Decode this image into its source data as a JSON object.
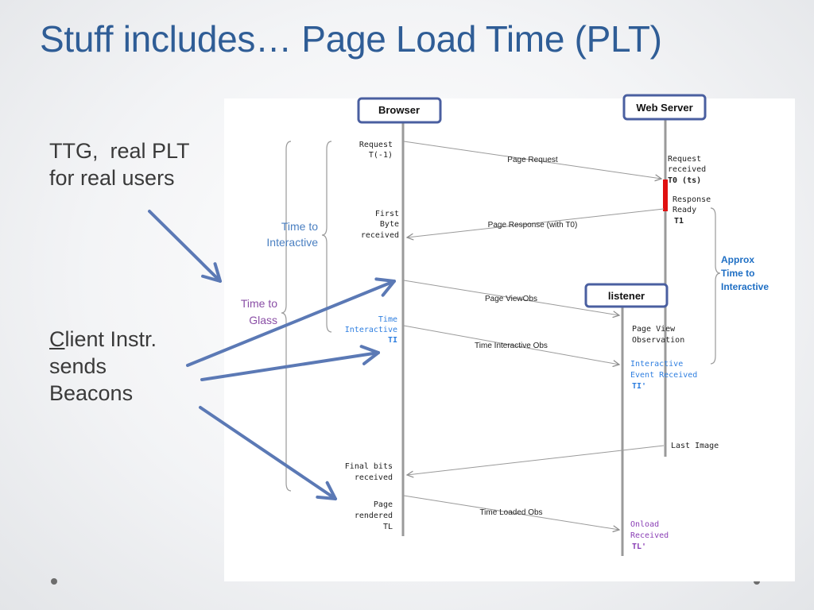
{
  "title": "Stuff includes… Page Load Time (PLT)",
  "bullets": {
    "ttg_line1": "TTG,  real PLT",
    "ttg_line2": "for real users",
    "client_first_letter": "C",
    "client_rest": "lient Instr.",
    "client_line2": "sends",
    "client_line3": "Beacons"
  },
  "diagram": {
    "actors": {
      "browser": "Browser",
      "web_server": "Web Server",
      "listener": "listener"
    },
    "browser_events": {
      "request_1": "Request",
      "request_2": "T(-1)",
      "first_1": "First",
      "first_2": "Byte",
      "first_3": "received",
      "ti_1": "Time",
      "ti_2": "Interactive",
      "ti_3": "TI",
      "final_1": "Final bits",
      "final_2": "received",
      "page_1": "Page",
      "page_2": "rendered",
      "page_3": "TL"
    },
    "server_events": {
      "req_1": "Request",
      "req_2": "received",
      "req_3": "T0 (ts)",
      "resp_1": "Response",
      "resp_2": "Ready",
      "resp_3": "T1",
      "last_image": "Last Image"
    },
    "listener_events": {
      "pv_1": "Page View",
      "pv_2": "Observation",
      "ie_1": "Interactive",
      "ie_2": "Event Received",
      "ie_3": "TI'",
      "ol_1": "Onload",
      "ol_2": "Received",
      "ol_3": "TL'"
    },
    "messages": {
      "page_request": "Page Request",
      "page_response": "Page Response (with T0)",
      "page_view_obs": "Page ViewObs",
      "time_interactive_obs": "Time Interactive Obs",
      "time_loaded_obs": "Time Loaded Obs"
    },
    "brackets": {
      "tti_1": "Time to",
      "tti_2": "Interactive",
      "ttg_1": "Time to",
      "ttg_2": "Glass",
      "approx_1": "Approx",
      "approx_2": "Time to",
      "approx_3": "Interactive"
    }
  },
  "colors": {
    "title": "#2f5d96",
    "arrow": "#5b79b5",
    "tti_label": "#4a7fc1",
    "ttg_label": "#8a4fa6",
    "approx_label": "#1f6fc4",
    "ti_blue": "#2f7fe0",
    "onload_purple": "#8a3fb5",
    "server_bar": "#e01010"
  }
}
